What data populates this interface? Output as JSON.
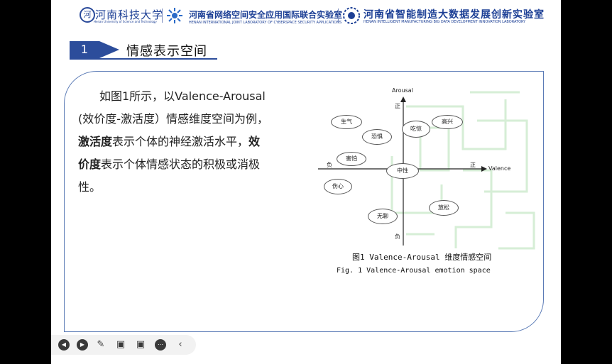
{
  "header": {
    "univ_logo_glyph": "河",
    "univ_name": "河南科技大学",
    "univ_sub": "Henan University of Science and Technology",
    "lab1_name": "河南省网络空间安全应用国际联合实验室",
    "lab1_sub": "HENAN INTERNATIONAL JOINT LABORATORY OF CYBERSPACE SECURITY APPLICATIONS",
    "lab2_name": "河南省智能制造大数据发展创新实验室",
    "lab2_sub": "HENAN INTELLIGENT MANUFACTURING BIG DATA DEVELOPMENT INNOVATION LABORATORY"
  },
  "section": {
    "number": "1",
    "title": "情感表示空间"
  },
  "paragraph": {
    "l1": "如图1所示，以Valence-Arousal",
    "l2": "(效价度-激活度）情感维度空间为例，",
    "l3_bold": "激活度",
    "l3_rest": "表示个体的神经激活水平，",
    "l3_bold2": "效",
    "l4_bold": "价度",
    "l4_rest": "表示个体情感状态的积极或消极",
    "l5": "性。"
  },
  "figure": {
    "y_axis": "Arousal",
    "x_axis": "Valence",
    "pos_y": "正",
    "neg_y": "负",
    "pos_x": "正",
    "neg_x": "负",
    "emotions": {
      "angry": "生气",
      "fear": "恐惧",
      "surprise": "吃惊",
      "happy": "高兴",
      "scared": "害怕",
      "neutral": "中性",
      "sad": "伤心",
      "relaxed": "放松",
      "bored": "无聊"
    },
    "caption_cn": "图1  Valence-Arousal 维度情感空间",
    "caption_en": "Fig. 1    Valence-Arousal emotion space"
  },
  "toolbar": {
    "icons": [
      "prev-icon",
      "next-icon",
      "pen-icon",
      "focus-icon",
      "camera-icon",
      "more-icon",
      "collapse-icon"
    ]
  },
  "colors": {
    "brand": "#1c3f95",
    "section": "#2c4d9b",
    "frame": "#5b7bb6"
  }
}
